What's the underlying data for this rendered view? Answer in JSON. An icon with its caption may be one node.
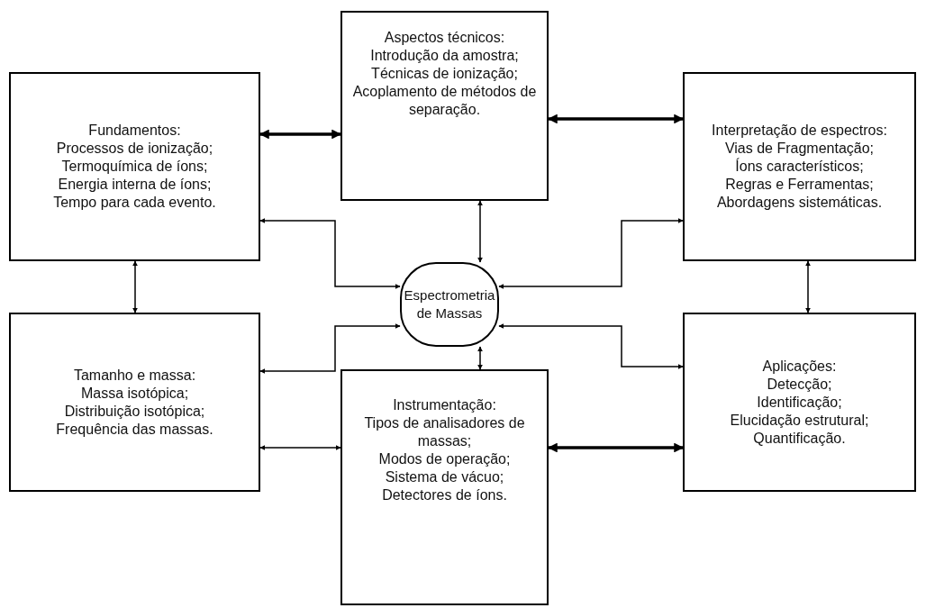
{
  "diagram": {
    "nodes": [
      {
        "text": [
          "Aspectos técnicos:",
          "Introdução da amostra;",
          "Técnicas de ionização;",
          "Acoplamento de métodos de separação."
        ]
      },
      {
        "text": [
          "Fundamentos:",
          "Processos de ionização;",
          "Termoquímica de íons;",
          "Energia interna de íons;",
          "Tempo para cada evento."
        ]
      },
      {
        "text": [
          "Interpretação de espectros:",
          "Vias de Fragmentação;",
          "Íons característicos;",
          "Regras e Ferramentas;",
          "Abordagens sistemáticas."
        ]
      },
      {
        "text": [
          "Espectrometria de Massas"
        ]
      },
      {
        "text": [
          "Tamanho e massa:",
          "Massa isotópica;",
          "Distribuição isotópica;",
          "Frequência das massas."
        ]
      },
      {
        "text": [
          "Aplicações:",
          "Detecção;",
          "Identificação;",
          "Elucidação estrutural;",
          "Quantificação."
        ]
      },
      {
        "text": [
          "Instrumentação:",
          "Tipos de analisadores de massas;",
          "Modos de operação;",
          "Sistema de vácuo;",
          "Detectores de íons."
        ]
      }
    ],
    "edges": [
      {
        "from": 1,
        "to": 0,
        "arrow": "both",
        "style": "thick"
      },
      {
        "from": 0,
        "to": 2,
        "arrow": "both",
        "style": "thick"
      },
      {
        "from": 1,
        "to": 3,
        "arrow": "both"
      },
      {
        "from": 0,
        "to": 3,
        "arrow": "both"
      },
      {
        "from": 2,
        "to": 3,
        "arrow": "both"
      },
      {
        "from": 1,
        "to": 4,
        "arrow": "both"
      },
      {
        "from": 2,
        "to": 5,
        "arrow": "both"
      },
      {
        "from": 4,
        "to": 3,
        "arrow": "both"
      },
      {
        "from": 3,
        "to": 6,
        "arrow": "both"
      },
      {
        "from": 5,
        "to": 3,
        "arrow": "both"
      },
      {
        "from": 4,
        "to": 6,
        "arrow": "both"
      },
      {
        "from": 5,
        "to": 6,
        "arrow": "both",
        "style": "thick"
      }
    ]
  }
}
